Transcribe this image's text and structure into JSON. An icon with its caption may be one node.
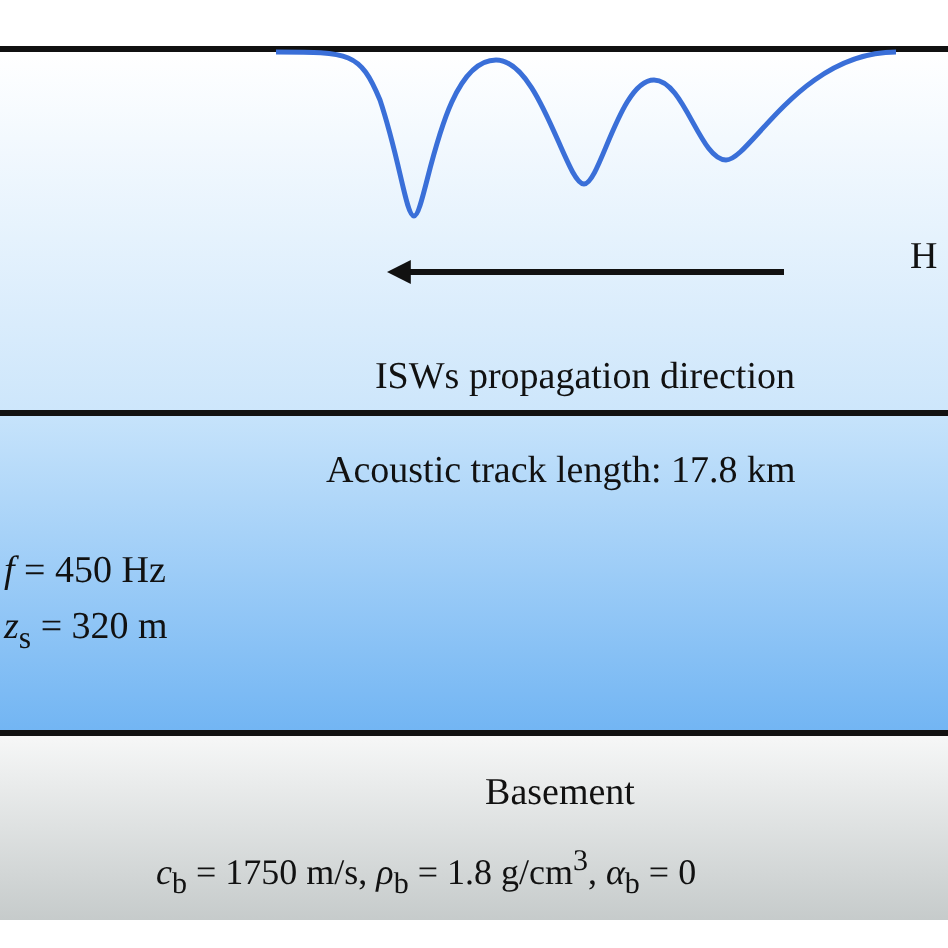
{
  "diagram": {
    "nodes": [
      {
        "text": [
          "H",
          "ISWs propagation direction"
        ]
      },
      {
        "text": [
          "Acoustic track length: 17.8 km",
          "*f* = 450 Hz",
          "*z*$_{s}$ = 320 m"
        ]
      },
      {
        "text": [
          "Basement",
          "*c*$_{b}$ = 1750 m/s, *ρ*$_{b}$ = 1.8 g/cm$^{3}$, *α*$_{b}$ = 0"
        ]
      }
    ],
    "edges": []
  }
}
